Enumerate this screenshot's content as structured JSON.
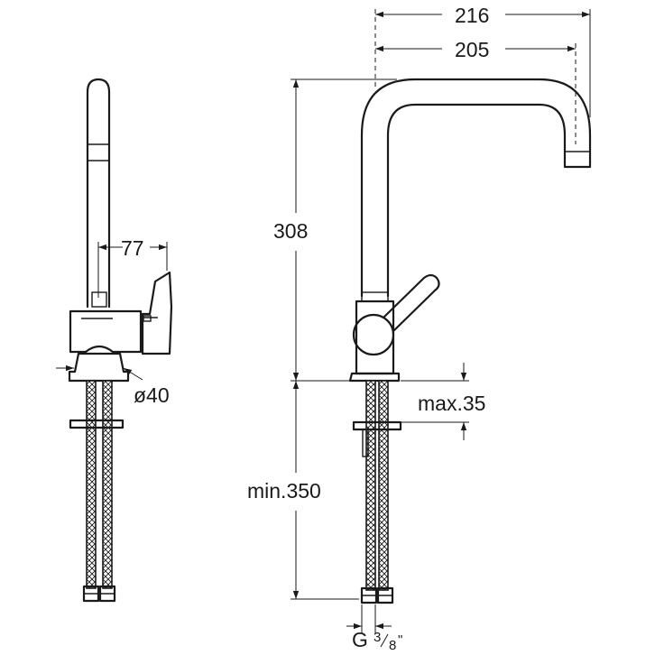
{
  "dimensions": {
    "width_total": "216",
    "spout_reach": "205",
    "height": "308",
    "lever_offset": "77",
    "base_diameter": "ø40",
    "max_thickness": "max.35",
    "min_hose_length": "min.350",
    "thread_main": "G",
    "thread_fraction_num": "3",
    "thread_fraction_den": "8",
    "thread_inch": "\""
  }
}
